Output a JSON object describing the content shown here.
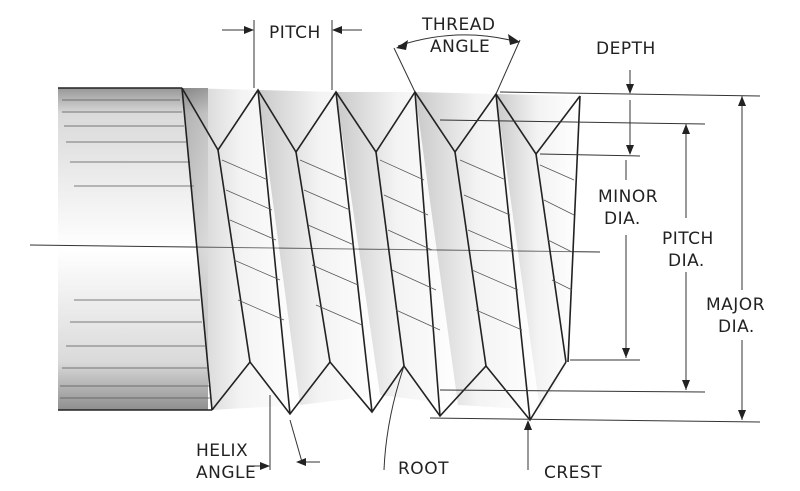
{
  "diagram": {
    "labels": {
      "pitch": "PITCH",
      "thread_angle_1": "THREAD",
      "thread_angle_2": "ANGLE",
      "depth": "DEPTH",
      "minor_dia_1": "MINOR",
      "minor_dia_2": "DIA.",
      "pitch_dia_1": "PITCH",
      "pitch_dia_2": "DIA.",
      "major_dia_1": "MAJOR",
      "major_dia_2": "DIA.",
      "helix_angle_1": "HELIX",
      "helix_angle_2": "ANGLE",
      "root": "ROOT",
      "crest": "CREST"
    },
    "colors": {
      "ink": "#222222",
      "background": "#ffffff"
    }
  }
}
